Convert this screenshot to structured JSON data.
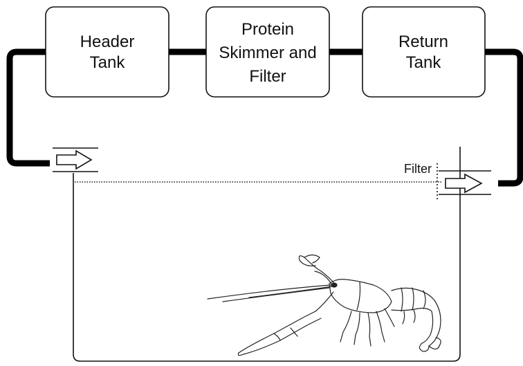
{
  "boxes": {
    "header_tank": {
      "lines": [
        "Header",
        "Tank"
      ]
    },
    "skimmer_filter": {
      "lines": [
        "Protein",
        "Skimmer and",
        "Filter"
      ]
    },
    "return_tank": {
      "lines": [
        "Return",
        "Tank"
      ]
    }
  },
  "labels": {
    "filter": "Filter"
  },
  "colors": {
    "stroke": "#111111",
    "pipe": "#000000",
    "background": "#ffffff"
  }
}
